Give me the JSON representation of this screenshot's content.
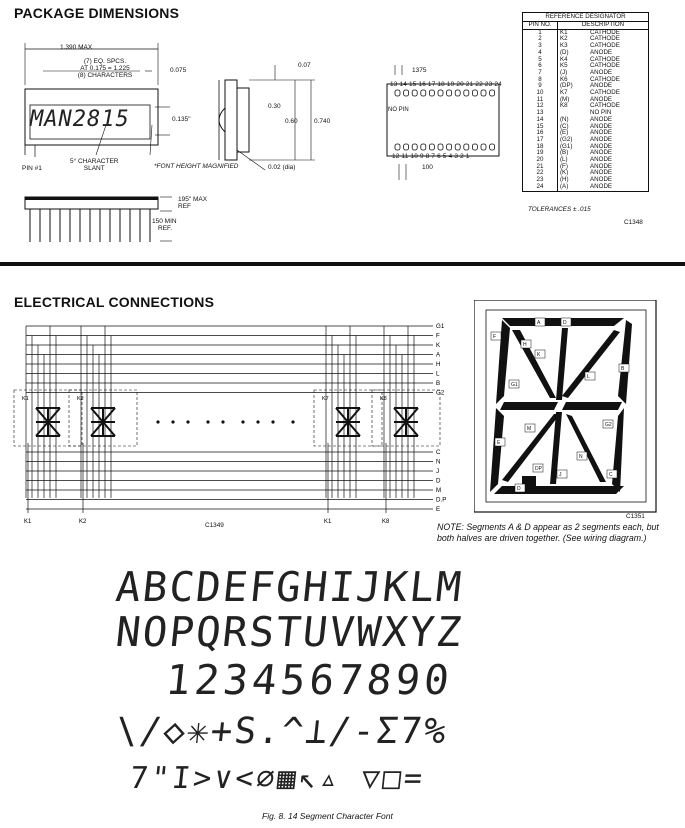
{
  "section1": {
    "title": "PACKAGE DIMENSIONS",
    "dims": {
      "overall": "1.390 MAX",
      "spacing_line1": "(7) EQ. SPCS.",
      "spacing_line2": "AT 0.175 = 1.225",
      "spacing_line3": "(8) CHARACTERS",
      "pitch": "0.075",
      "height_char": "0.135\"",
      "slant_line1": "5° CHARACTER",
      "slant_line2": "SLANT",
      "font_note": "*FONT HEIGHT MAGNIFIED",
      "pin1": "PIN #1",
      "display_text": "MAN2815",
      "side_007": "0.07",
      "side_030": "0.30",
      "side_060": "0.60",
      "side_0740": "0.740",
      "side_002": "0.02 (dia)",
      "bottom_195": "195\" MAX",
      "bottom_ref1": "REF",
      "bottom_150": "150 MIN",
      "bottom_ref2": "REF.",
      "pin_pitch": "1375",
      "pins_top": "13 14 15 16 17 18 19 20 21 22 23 24",
      "pins_bottom": "12 11 10 9 8 7 6 5 4 3 2 1",
      "no_pin": "NO PIN",
      "pin_100": "100"
    },
    "ref_table": {
      "title": "REFERENCE DESIGNATOR",
      "col_pin": "PIN NO.",
      "col_desc": "DESCRIPTION",
      "rows": [
        [
          "1",
          "K1",
          "CATHODE"
        ],
        [
          "2",
          "K2",
          "CATHODE"
        ],
        [
          "3",
          "K3",
          "CATHODE"
        ],
        [
          "4",
          "(D)",
          "ANODE"
        ],
        [
          "5",
          "K4",
          "CATHODE"
        ],
        [
          "6",
          "K5",
          "CATHODE"
        ],
        [
          "7",
          "(J)",
          "ANODE"
        ],
        [
          "8",
          "K6",
          "CATHODE"
        ],
        [
          "9",
          "(DP)",
          "ANODE"
        ],
        [
          "10",
          "K7",
          "CATHODE"
        ],
        [
          "11",
          "(M)",
          "ANODE"
        ],
        [
          "12",
          "K8",
          "CATHODE"
        ],
        [
          "13",
          "",
          "NO PIN"
        ],
        [
          "14",
          "(N)",
          "ANODE"
        ],
        [
          "15",
          "(C)",
          "ANODE"
        ],
        [
          "16",
          "(E)",
          "ANODE"
        ],
        [
          "17",
          "(G2)",
          "ANODE"
        ],
        [
          "18",
          "(G1)",
          "ANODE"
        ],
        [
          "19",
          "(B)",
          "ANODE"
        ],
        [
          "20",
          "(L)",
          "ANODE"
        ],
        [
          "21",
          "(F)",
          "ANODE"
        ],
        [
          "22",
          "(K)",
          "ANODE"
        ],
        [
          "23",
          "(H)",
          "ANODE"
        ],
        [
          "24",
          "(A)",
          "ANODE"
        ]
      ],
      "tolerances": "TOLERANCES ± .015",
      "code": "C1348"
    }
  },
  "section2": {
    "title": "ELECTRICAL CONNECTIONS",
    "bus_top": [
      "G1",
      "F",
      "K",
      "A",
      "H",
      "L",
      "B",
      "G2"
    ],
    "bus_bottom": [
      "C",
      "N",
      "J",
      "D",
      "M",
      "D.P",
      "E"
    ],
    "digits": [
      "K1",
      "K2",
      "K7",
      "K8"
    ],
    "cathodes": [
      "K1",
      "K2",
      "K1",
      "K8"
    ],
    "code_left": "C1349",
    "code_right": "C1351",
    "segments": [
      "A",
      "D",
      "F",
      "H",
      "K",
      "B",
      "G1",
      "G2",
      "L",
      "E",
      "M",
      "N",
      "DP",
      "J",
      "C",
      "D"
    ],
    "note": "NOTE: Segments A & D appear as 2 segments each, but both halves are driven together. (See wiring diagram.)"
  },
  "font_rows": [
    "ABCDEFGHIJKLM",
    "NOPQRSTUVWXYZ",
    "1234567890",
    "\\/◇✳+S.^⊥/-Σ7%",
    "7\"I>∨<∅▦↖▵ ▽□="
  ],
  "caption": "Fig. 8.  14 Segment Character Font"
}
